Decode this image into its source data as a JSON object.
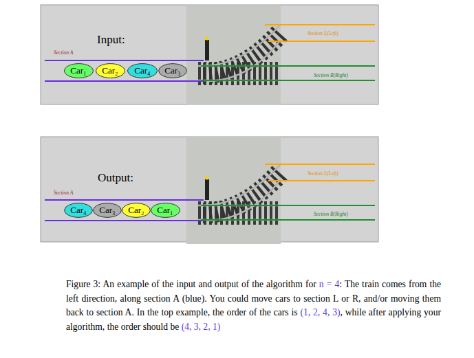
{
  "diagram": {
    "caption": "Figure 3: An example of the input and output of the algorithm for n = 4: The train comes from the left direction, along section A (blue). You could move cars to section L or R, and/or moving them back to section A. In the top example, the order of the cars is (1, 2, 4, 3), while after applying your algorithm, the order should be (4, 3, 2, 1)",
    "nodes": [
      {
        "text": [
          "Car₁"
        ]
      },
      {
        "text": [
          "Car₂"
        ]
      },
      {
        "text": [
          "Car₄"
        ]
      },
      {
        "text": [
          "Car₃"
        ]
      },
      {
        "text": [
          "Car₄"
        ]
      },
      {
        "text": [
          "Car₃"
        ]
      },
      {
        "text": [
          "Car₂"
        ]
      },
      {
        "text": [
          "Car₁"
        ]
      }
    ],
    "labels": [
      "Input:",
      "Section A",
      "Section L(Left)",
      "Section R(Right)",
      "Output:",
      "Section A",
      "Section L(Left)",
      "Section R(Right)"
    ]
  }
}
